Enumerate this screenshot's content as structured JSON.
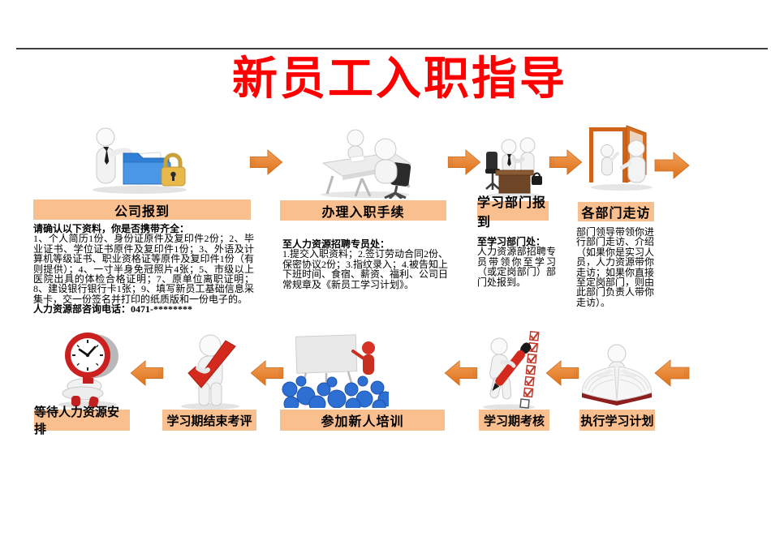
{
  "title": "新员工入职指导",
  "colors": {
    "title": "#FF0000",
    "label_background": "#FABF8F",
    "arrow": "#E8822E",
    "divider_line": "#3F3F3F"
  },
  "flow": {
    "top": [
      {
        "label": "公司报到",
        "icon": "figure-with-locked-folder",
        "heading": "请确认以下资料，你是否携带齐全：",
        "body": "1、个人简历1份、身份证原件及复印件2份；2、毕业证书、学位证书原件及复印件1份；3、外语及计算机等级证书、职业资格证等原件及复印件1份（有则提供）；4、一寸半身免冠照片4张；5、市级以上医院出具的体检合格证明；7、原单位离职证明；8、建设银行银行卡1张；9、填写新员工基础信息采集卡，交一份签名并打印的纸质版和一份电子的。",
        "footer": "人力资源部咨询电话：0471-********"
      },
      {
        "label": "办理入职手续",
        "icon": "interview-at-table",
        "heading": "至人力资源招聘专员处：",
        "body": "1.提交入职资料；2.签订劳动合同2份、保密协议2份；3.指纹录入；4.被告知上下班时间、食宿、薪资、福利、公司日常规章及《新员工学习计划》。",
        "footer": ""
      },
      {
        "label": "学习部门报到",
        "icon": "handshake-at-desk",
        "heading": "至学习部门处：",
        "body": "人力资源部招聘专员带领你至学习（或定岗部门）部门处报到。",
        "footer": ""
      },
      {
        "label": "各部门走访",
        "icon": "figures-at-open-door",
        "heading": "",
        "body": "部门领导带领你进行部门走访、介绍（如果你是实习人员，人力资源带你走访；如果你直接至定岗部门，则由此部门负责人带你走访）。",
        "footer": ""
      }
    ],
    "bottom": [
      {
        "label": "等待人力资源安排",
        "icon": "figure-under-red-clock"
      },
      {
        "label": "学习期结束考评",
        "icon": "figure-holding-red-check"
      },
      {
        "label": "参加新人培训",
        "icon": "presenter-with-audience"
      },
      {
        "label": "学习期考核",
        "icon": "figure-marking-checklist"
      },
      {
        "label": "执行学习计划",
        "icon": "figure-in-open-book"
      }
    ]
  }
}
